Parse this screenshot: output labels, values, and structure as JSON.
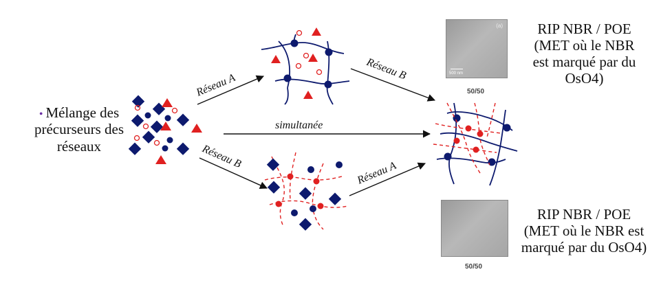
{
  "intro": {
    "bullet": "•",
    "lines": [
      "Mélange des",
      "précurseurs des",
      "réseaux"
    ]
  },
  "arrows": {
    "top_first": "Réseau A",
    "top_second": "Réseau B",
    "middle": "simultanée",
    "bottom_first": "Réseau B",
    "bottom_second": "Réseau A"
  },
  "top_result": {
    "caption_lines": [
      "RIP NBR / POE",
      "(MET où le NBR",
      "est marqué par du",
      "OsO4)"
    ],
    "micro_tag": "(a)",
    "scale": "500 nm",
    "ratio": "50/50"
  },
  "bottom_result": {
    "caption_lines": [
      "RIP NBR / POE",
      "(MET où le NBR est",
      "marqué par du OsO4)"
    ],
    "ratio": "50/50"
  },
  "colors": {
    "network_a": "#0d1a6e",
    "network_b": "#e02020",
    "bullet": "#6b2fa3"
  }
}
